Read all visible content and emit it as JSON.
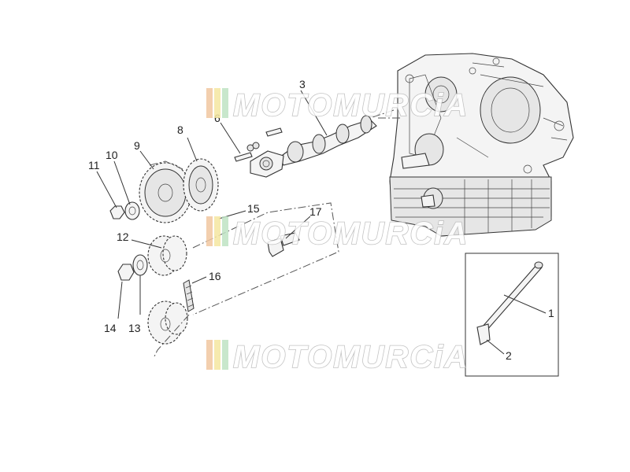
{
  "watermarks": [
    {
      "text": "MOTOMURCiA"
    },
    {
      "text": "MOTOMURCiA"
    },
    {
      "text": "MOTOMURCiA"
    }
  ],
  "callouts": {
    "c1": "1",
    "c2": "2",
    "c3": "3",
    "c6": "6",
    "c8": "8",
    "c9": "9",
    "c10": "10",
    "c11": "11",
    "c12": "12",
    "c13": "13",
    "c14": "14",
    "c15": "15",
    "c16": "16",
    "c17": "17"
  },
  "colors": {
    "watermark_stripe_1": "#f2c7a0",
    "watermark_stripe_2": "#f5e7a0",
    "watermark_stripe_3": "#bfe3c4",
    "watermark_outline": "#b9b9b9"
  }
}
